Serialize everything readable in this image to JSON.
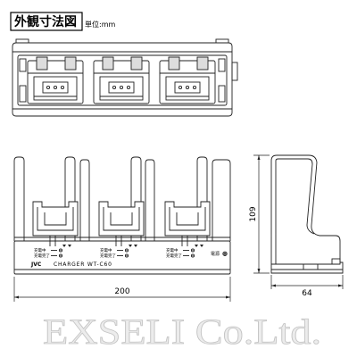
{
  "title": "外観寸法図",
  "unit": "単位:mm",
  "dimensions": {
    "width": "200",
    "height": "109",
    "depth": "64"
  },
  "front_panel": {
    "brand": "JVC",
    "model": "CHARGER WT-C60",
    "slots": [
      {
        "charging": "充電中",
        "complete": "充電完了"
      },
      {
        "charging": "充電中",
        "complete": "充電完了"
      },
      {
        "charging": "充電中",
        "complete": "充電完了"
      }
    ],
    "power": "電源"
  },
  "watermark": "EXSELI Co.Ltd.",
  "colors": {
    "line": "#222222",
    "watermark_fill": "#ececec",
    "watermark_stroke": "#c4c4c4"
  }
}
